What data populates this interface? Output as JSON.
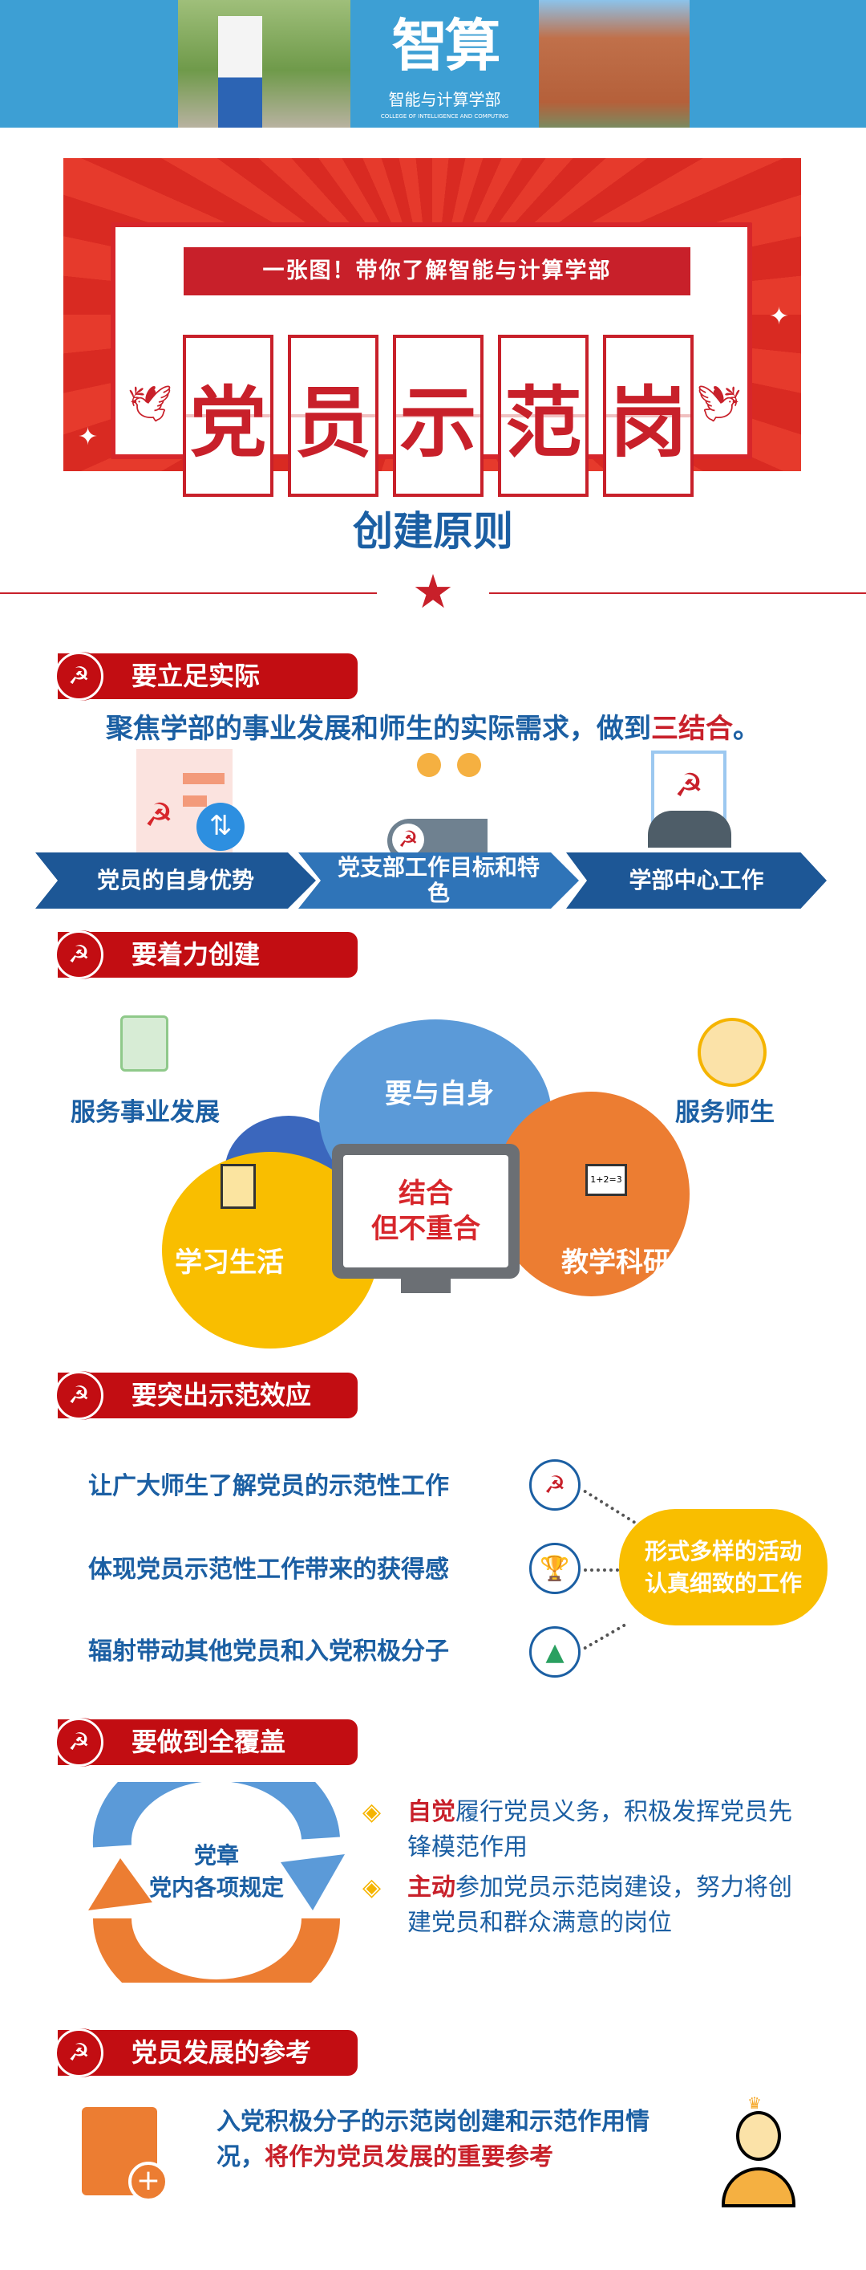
{
  "banner": {
    "logo_cn": "智能与计算学部",
    "logo_en": "COLLEGE OF INTELLIGENCE AND COMPUTING",
    "logo_mark": "智算"
  },
  "hero": {
    "kicker": "一张图！带你了解智能与计算学部",
    "title_chars": [
      "党",
      "员",
      "示",
      "范",
      "岗"
    ]
  },
  "main_title": "创建原则",
  "sections": [
    {
      "title": "要立足实际"
    },
    {
      "title": "要着力创建"
    },
    {
      "title": "要突出示范效应"
    },
    {
      "title": "要做到全覆盖"
    },
    {
      "title": "党员发展的参考"
    }
  ],
  "s1": {
    "subtitle_a": "聚焦学部的事业发展和师生的实际需求，做到",
    "subtitle_b": "三结合",
    "subtitle_c": "。",
    "chevrons": [
      "党员的自身优势",
      "党支部工作目标和特色",
      "学部中心工作"
    ]
  },
  "s2": {
    "top": "要与自身",
    "center_a": "结合",
    "center_b": "但不重合",
    "left": "学习生活",
    "right": "教学科研",
    "out_left": "服务事业发展",
    "out_right": "服务师生",
    "board": "1+2=3"
  },
  "s3": {
    "rows": [
      "让广大师生了解党员的示范性工作",
      "体现党员示范性工作带来的获得感",
      "辐射带动其他党员和入党积极分子"
    ],
    "cloud_a": "形式多样的活动",
    "cloud_b": "认真细致的工作"
  },
  "s4": {
    "center_a": "党章",
    "center_b": "党内各项规定",
    "bullets": [
      {
        "key": "自觉",
        "text": "履行党员义务，积极发挥党员先锋模范作用"
      },
      {
        "key": "主动",
        "text": "参加党员示范岗建设，努力将创建党员和群众满意的岗位"
      }
    ]
  },
  "s5": {
    "text_a": "入党积极分子的示范岗创建和示范作用情况，",
    "text_b": "将作为党员发展的重要参考"
  },
  "colors": {
    "blue": "#1b5fa3",
    "red": "#c20d12",
    "banner": "#3d9fd4",
    "orange": "#ec7d32",
    "yellow": "#f9be00"
  }
}
